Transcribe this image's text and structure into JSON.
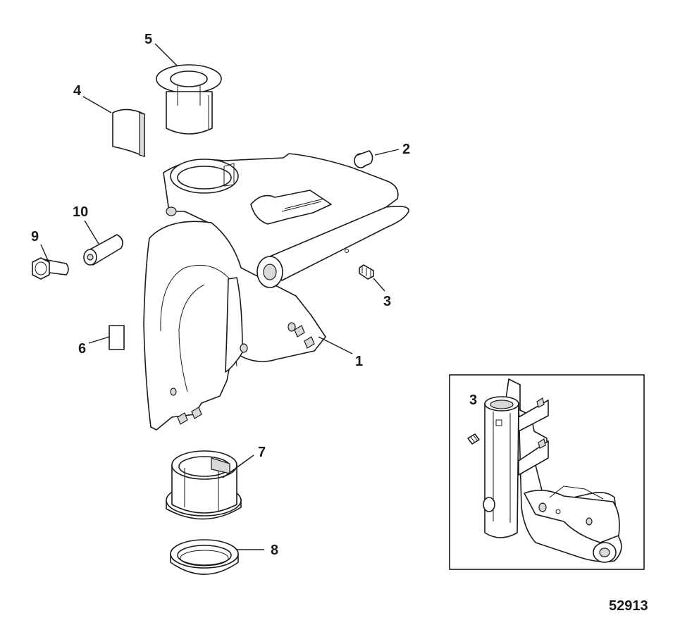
{
  "callouts": {
    "part_1": "1",
    "part_2": "2",
    "part_3": "3",
    "part_4": "4",
    "part_5": "5",
    "part_6": "6",
    "part_7": "7",
    "part_8": "8",
    "part_9": "9",
    "part_10": "10",
    "inset_part_3": "3"
  },
  "figure_number": "52913",
  "colors": {
    "line": "#1a1a1a",
    "shade": "#d9d9d9",
    "background": "#ffffff"
  }
}
